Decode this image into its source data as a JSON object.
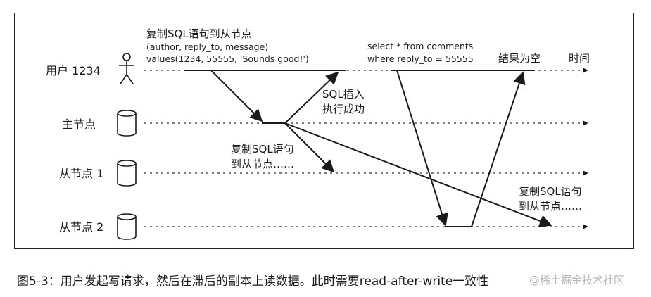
{
  "lanes": {
    "user": "用户 1234",
    "leader": "主节点",
    "follower1": "从节点 1",
    "follower2": "从节点 2"
  },
  "annotations": {
    "insert_title": "复制SQL语句到从节点",
    "insert_line1": "(author, reply_to, message)",
    "insert_line2": "values(1234, 55555, 'Sounds good!')",
    "insert_ok_line1": "SQL插入",
    "insert_ok_line2": "执行成功",
    "replicate1_line1": "复制SQL语句",
    "replicate1_line2": "到从节点……",
    "select_line1": "select * from comments",
    "select_line2": "where reply_to = 55555",
    "empty_result": "结果为空",
    "time": "时间",
    "replicate2_line1": "复制SQL语句",
    "replicate2_line2": "到从节点……"
  },
  "caption": "图5-3：用户发起写请求，然后在滞后的副本上读数据。此时需要read-after-write一致性",
  "watermark": "@稀土掘金技术社区",
  "colors": {
    "ink": "#1a1a1a",
    "dotted": "#333333"
  }
}
